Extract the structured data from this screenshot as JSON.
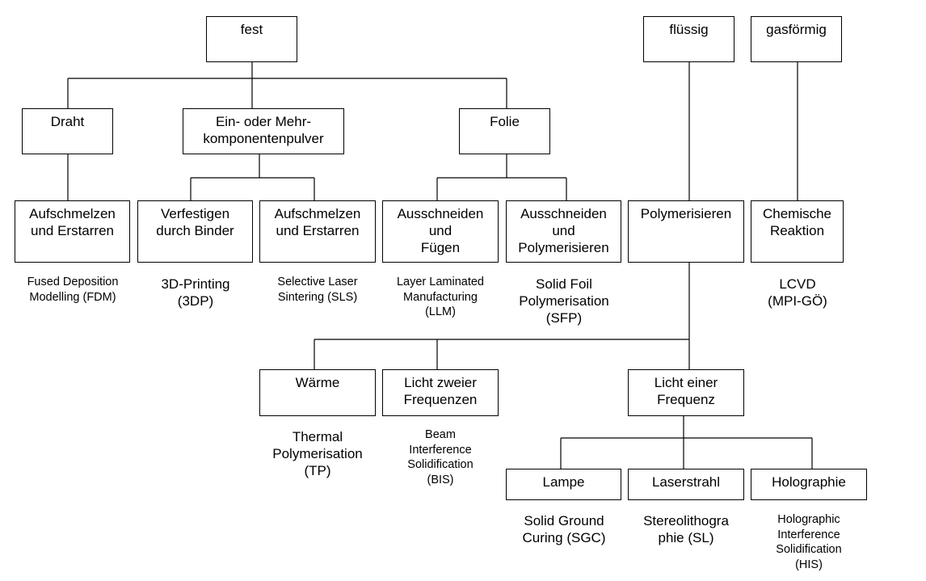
{
  "nodes": {
    "fest": [
      "fest"
    ],
    "fluessig": [
      "flüssig"
    ],
    "gasfoermig": [
      "gasförmig"
    ],
    "draht": [
      "Draht"
    ],
    "pulver": [
      "Ein- oder Mehr-",
      "komponentenpulver"
    ],
    "folie": [
      "Folie"
    ],
    "aufschmelzen_draht": [
      "Aufschmelzen",
      "und Erstarren"
    ],
    "verfestigen": [
      "Verfestigen",
      "durch Binder"
    ],
    "aufschmelzen_pulver": [
      "Aufschmelzen",
      "und Erstarren"
    ],
    "ausschneiden_fuegen": [
      "Ausschneiden",
      "und",
      "Fügen"
    ],
    "ausschneiden_poly": [
      "Ausschneiden",
      "und",
      "Polymerisieren"
    ],
    "polymerisieren": [
      "Polymerisieren"
    ],
    "chemische": [
      "Chemische",
      "Reaktion"
    ],
    "waerme": [
      "Wärme"
    ],
    "licht_zwei": [
      "Licht zweier",
      "Frequenzen"
    ],
    "licht_eins": [
      "Licht einer",
      "Frequenz"
    ],
    "lampe": [
      "Lampe"
    ],
    "laserstrahl": [
      "Laserstrahl"
    ],
    "holographie": [
      "Holographie"
    ]
  },
  "processes": {
    "fdm": [
      "Fused Deposition",
      "Modelling (FDM)"
    ],
    "3dp": [
      "3D-Printing",
      "(3DP)"
    ],
    "sls": [
      "Selective Laser",
      "Sintering (SLS)"
    ],
    "llm": [
      "Layer Laminated",
      "Manufacturing",
      "(LLM)"
    ],
    "sfp": [
      "Solid Foil",
      "Polymerisation",
      "(SFP)"
    ],
    "lcvd": [
      "LCVD",
      "(MPI-GÖ)"
    ],
    "tp": [
      "Thermal",
      "Polymerisation",
      "(TP)"
    ],
    "bis": [
      "Beam",
      "Interference",
      "Solidification",
      "(BIS)"
    ],
    "sgc": [
      "Solid Ground",
      "Curing (SGC)"
    ],
    "sl": [
      "Stereolithogra",
      "phie (SL)"
    ],
    "his": [
      "Holographic",
      "Interference",
      "Solidification",
      "(HIS)"
    ]
  }
}
